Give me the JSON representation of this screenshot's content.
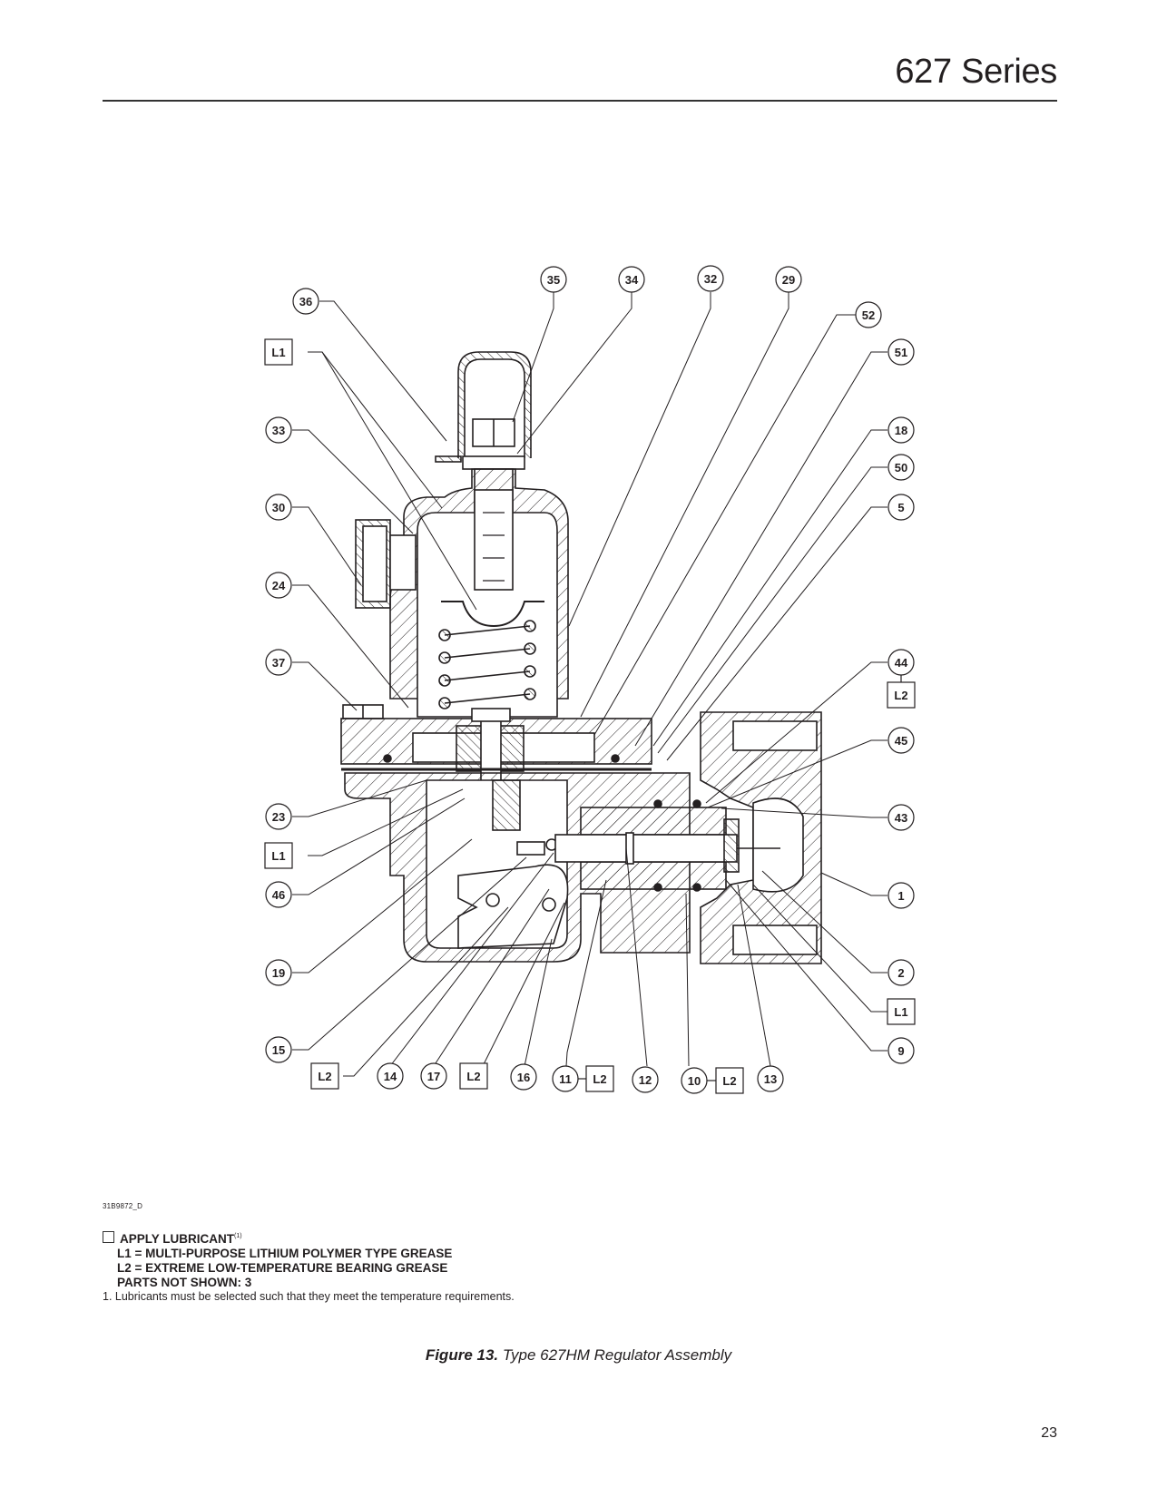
{
  "header": {
    "title": "627 Series"
  },
  "figure": {
    "number_label": "Figure 13.",
    "title": "Type 627HM Regulator Assembly",
    "drawing_code": "31B9872_D",
    "callouts": {
      "top": [
        "35",
        "34",
        "32",
        "29"
      ],
      "left": [
        "36",
        "L1",
        "33",
        "30",
        "24",
        "37",
        "23",
        "L1",
        "46",
        "19",
        "15"
      ],
      "right": [
        "52",
        "51",
        "18",
        "50",
        "5",
        "44",
        "L2",
        "45",
        "43",
        "1",
        "2",
        "L1",
        "9"
      ],
      "bottom": [
        "L2",
        "14",
        "17",
        "L2",
        "16",
        "11",
        "L2",
        "12",
        "10",
        "L2",
        "13"
      ]
    }
  },
  "legend": {
    "title": "APPLY LUBRICANT",
    "title_footnote_ref": "(1)",
    "lines": [
      "L1 = MULTI-PURPOSE LITHIUM POLYMER TYPE GREASE",
      "L2 = EXTREME LOW-TEMPERATURE BEARING GREASE",
      "PARTS NOT SHOWN: 3"
    ]
  },
  "footnote": "1. Lubricants must be selected such that they meet the temperature requirements.",
  "page_number": "23"
}
